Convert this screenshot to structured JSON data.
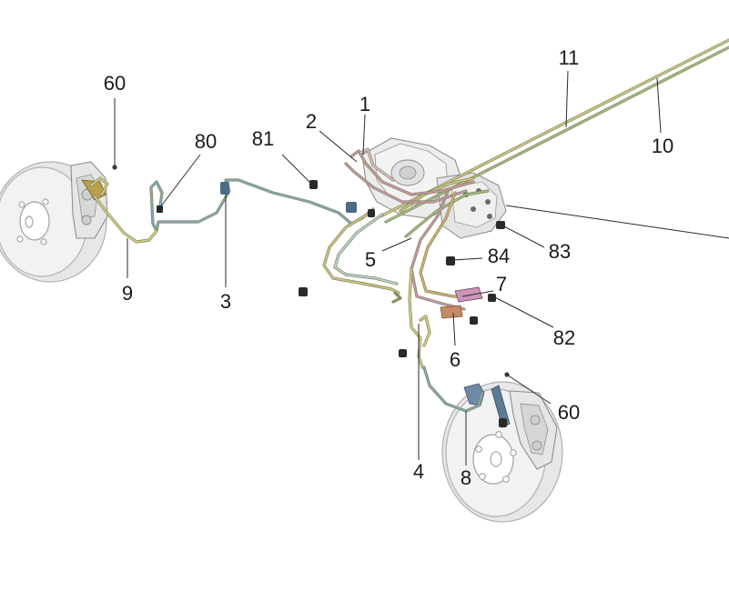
{
  "callouts": [
    {
      "id": "c1",
      "text": "1"
    },
    {
      "id": "c2",
      "text": "2"
    },
    {
      "id": "c3",
      "text": "3"
    },
    {
      "id": "c4",
      "text": "4"
    },
    {
      "id": "c5",
      "text": "5"
    },
    {
      "id": "c6",
      "text": "6"
    },
    {
      "id": "c7",
      "text": "7"
    },
    {
      "id": "c8",
      "text": "8"
    },
    {
      "id": "c9",
      "text": "9"
    },
    {
      "id": "c10",
      "text": "10"
    },
    {
      "id": "c11",
      "text": "11"
    },
    {
      "id": "c60a",
      "text": "60"
    },
    {
      "id": "c60b",
      "text": "60"
    },
    {
      "id": "c80",
      "text": "80"
    },
    {
      "id": "c81",
      "text": "81"
    },
    {
      "id": "c82",
      "text": "82"
    },
    {
      "id": "c83",
      "text": "83"
    },
    {
      "id": "c84",
      "text": "84"
    }
  ],
  "colors": {
    "line_blue": "#5f8fb0",
    "line_yellow": "#cfc98a",
    "line_pink": "#c995b8",
    "line_green": "#9fbf8a",
    "line_grey": "#b9b9a5"
  }
}
